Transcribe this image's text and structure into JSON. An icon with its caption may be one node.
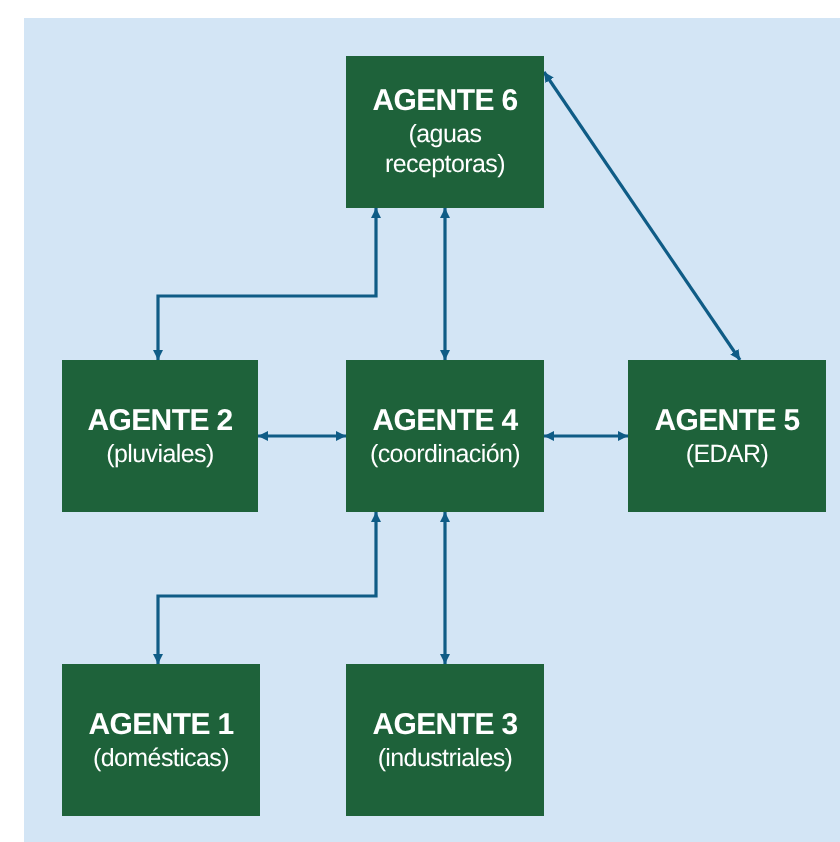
{
  "diagram": {
    "nodes": [
      {
        "text": [
          "AGENTE 6",
          "(aguas receptoras)"
        ]
      },
      {
        "text": [
          "AGENTE 2",
          "(pluviales)"
        ]
      },
      {
        "text": [
          "AGENTE 4",
          "(coordinación)"
        ]
      },
      {
        "text": [
          "AGENTE 5",
          "(EDAR)"
        ]
      },
      {
        "text": [
          "AGENTE 1",
          "(domésticas)"
        ]
      },
      {
        "text": [
          "AGENTE 3",
          "(industriales)"
        ]
      }
    ],
    "edges": [
      {
        "from": 0,
        "to": 1,
        "arrow": "both"
      },
      {
        "from": 0,
        "to": 2,
        "arrow": "both"
      },
      {
        "from": 0,
        "to": 3,
        "arrow": "both"
      },
      {
        "from": 1,
        "to": 2,
        "arrow": "both"
      },
      {
        "from": 2,
        "to": 3,
        "arrow": "both"
      },
      {
        "from": 2,
        "to": 4,
        "arrow": "both"
      },
      {
        "from": 2,
        "to": 5,
        "arrow": "both"
      }
    ]
  }
}
